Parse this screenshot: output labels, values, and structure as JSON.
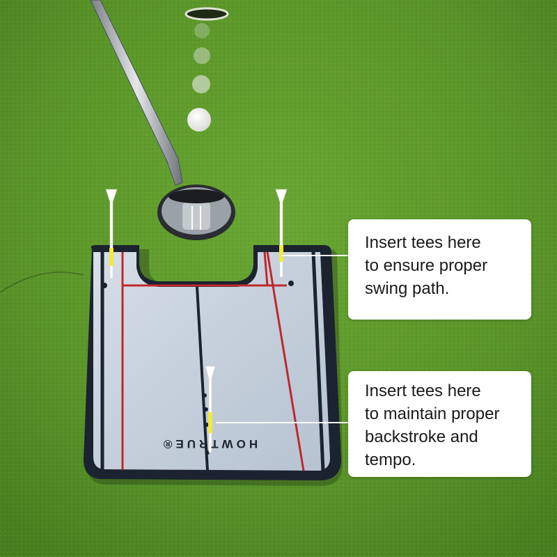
{
  "scene": {
    "description_colors": {
      "grass": "#5f9a2c",
      "grass_dark": "#4d8423",
      "mirror": "#c9d3de",
      "mat_border": "#1b2330",
      "red_line": "#c0272d",
      "tee": "#ffffff",
      "tee_band": "#f2ea3a"
    }
  },
  "mat": {
    "brand": "HOWTRUE®"
  },
  "callouts": [
    {
      "lines": [
        "Insert tees here",
        "to ensure proper",
        "swing path."
      ]
    },
    {
      "lines": [
        "Insert tees here",
        "to maintain proper",
        "backstroke and",
        "tempo."
      ]
    }
  ]
}
